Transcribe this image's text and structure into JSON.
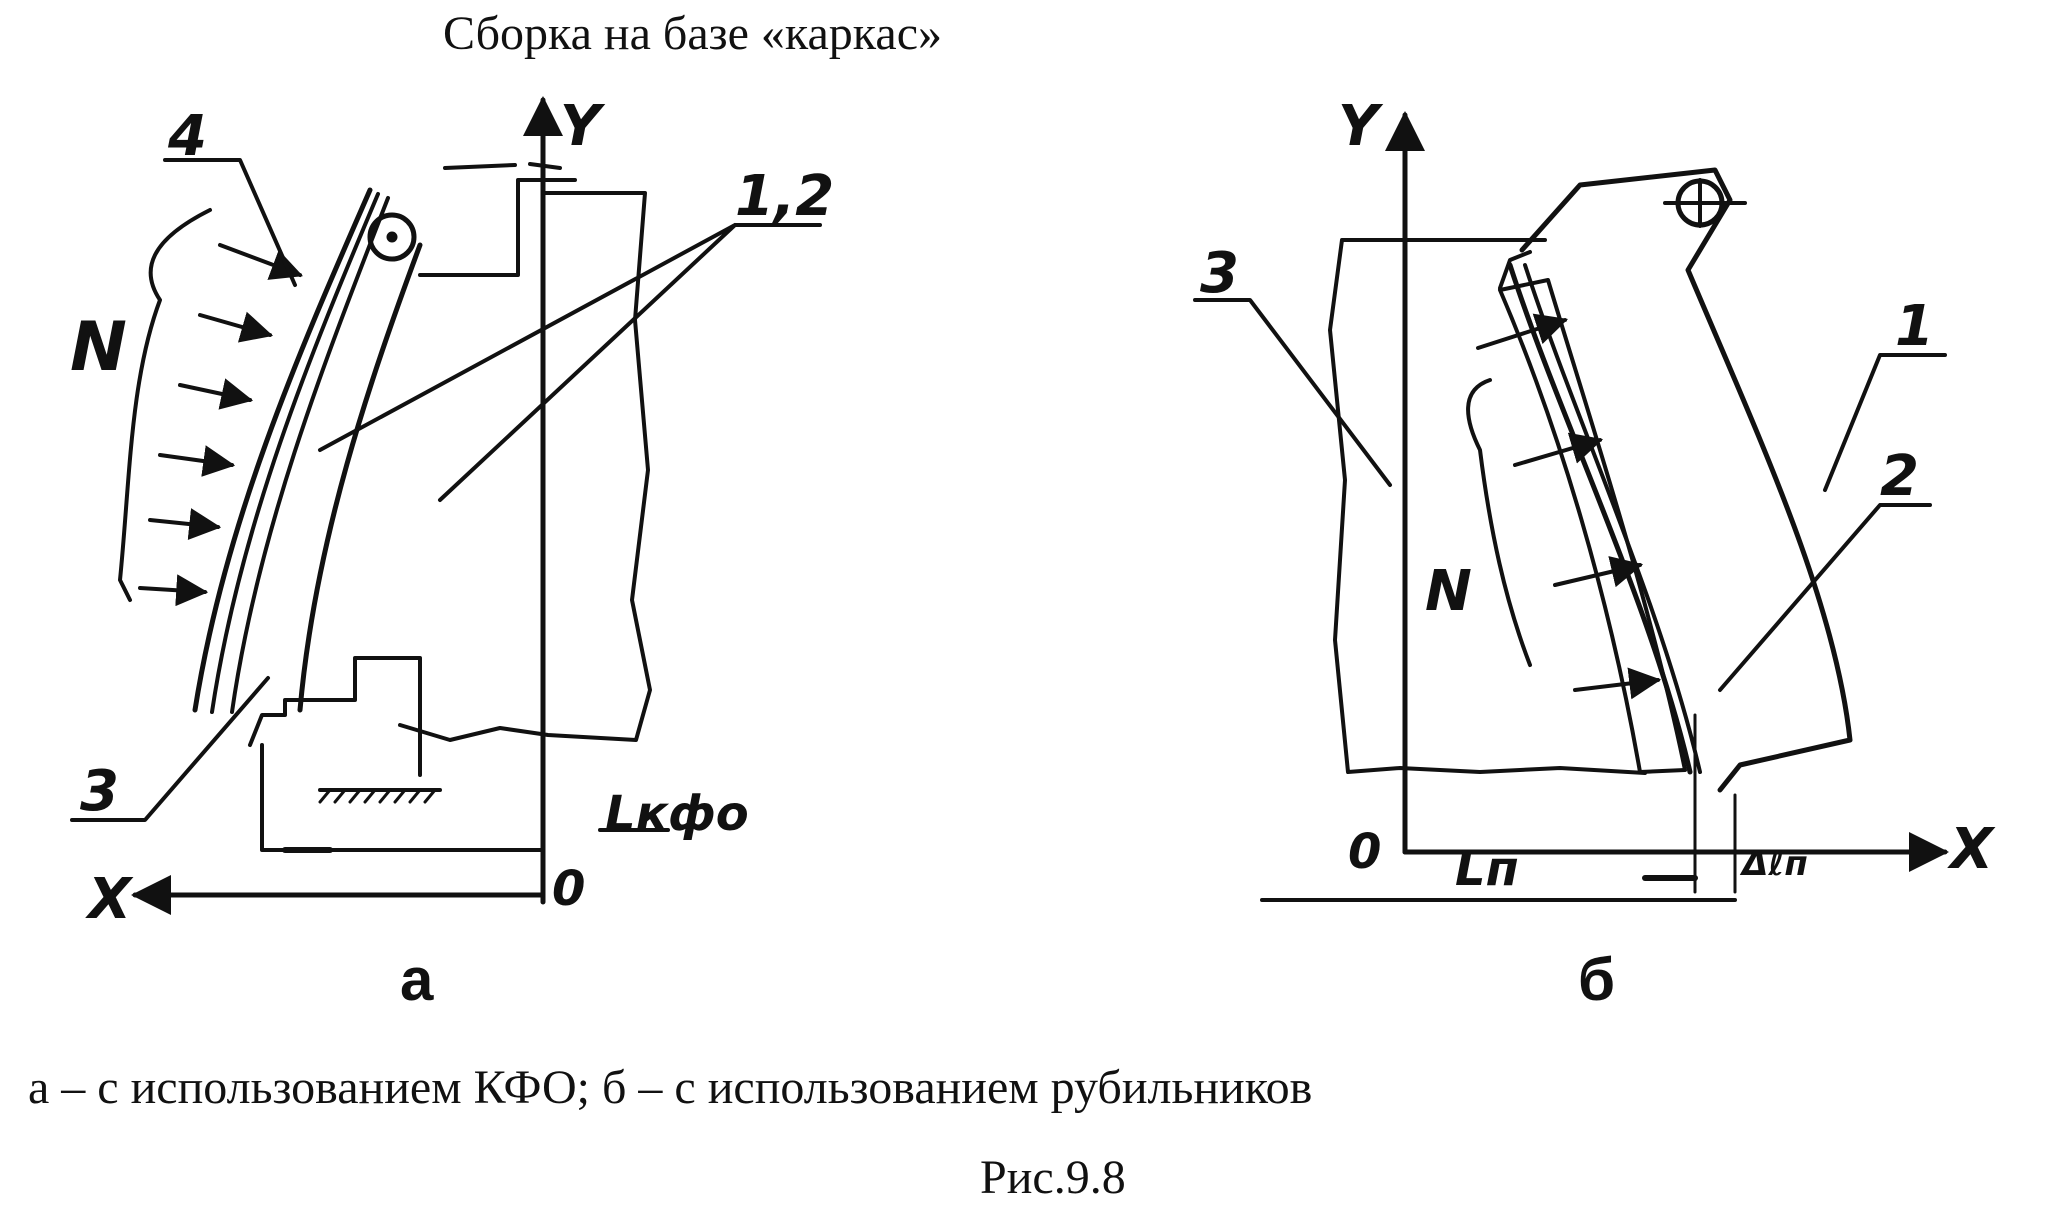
{
  "title": "Сборка на базе «каркас»",
  "panels": [
    {
      "letter": "а",
      "axis_x": "X",
      "axis_y": "Y",
      "origin": "0",
      "force": "N",
      "callouts": [
        "4",
        "1,2",
        "3"
      ],
      "dimension": "Lкфо"
    },
    {
      "letter": "б",
      "axis_x": "X",
      "axis_y": "Y",
      "origin": "0",
      "force": "N",
      "callouts": [
        "3",
        "1",
        "2"
      ],
      "dimension": "Lп",
      "delta": "Δℓп"
    }
  ],
  "caption": "а – с использованием КФО;  б – с использованием рубильников",
  "figure_label": "Рис.9.8",
  "colors": {
    "ink": "#111111",
    "paper": "#ffffff"
  }
}
